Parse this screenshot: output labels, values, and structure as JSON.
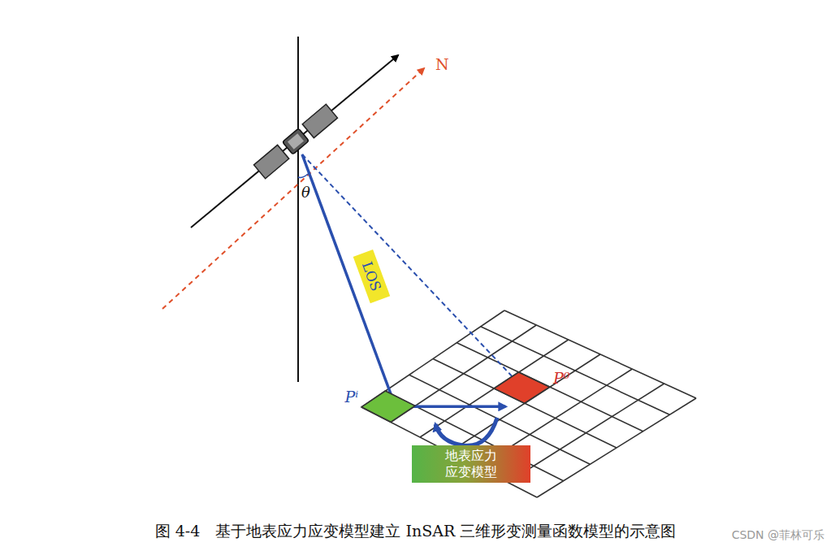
{
  "diagram": {
    "caption": "图 4-4　基于地表应力应变模型建立 InSAR 三维形变测量函数模型的示意图",
    "nodes": [
      {
        "text": [
          "LOS"
        ]
      },
      {
        "text": [
          "Pⁱ"
        ]
      },
      {
        "text": [
          "P⁰"
        ]
      },
      {
        "text": [
          "地表应力 应变模型"
        ]
      }
    ],
    "edges": [
      {
        "from": 1,
        "to": 2,
        "arrow": "to"
      }
    ],
    "labels": [
      "N",
      "θ",
      "CSDN @菲林可乐"
    ]
  }
}
